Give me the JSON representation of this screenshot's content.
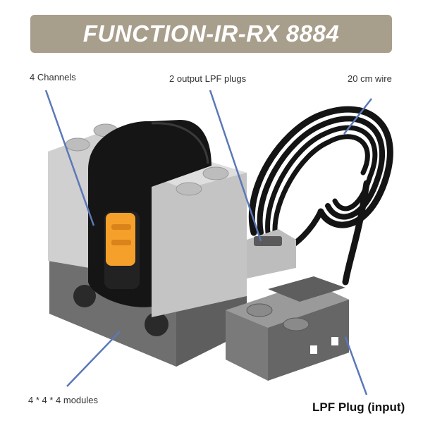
{
  "title": "FUNCTION-IR-RX 8884",
  "annotations": {
    "channels": "4 Channels",
    "output_plugs": "2 output LPF plugs",
    "wire": "20 cm wire",
    "modules": "4 * 4 * 4 modules",
    "lpf_plug": "LPF Plug (input)"
  },
  "colors": {
    "banner": "#a89e8c",
    "light_gray": "#c9c9c9",
    "dark_gray": "#6f6f6f",
    "black": "#151515",
    "orange": "#f5a02a",
    "pointer": "#5b78b8"
  }
}
